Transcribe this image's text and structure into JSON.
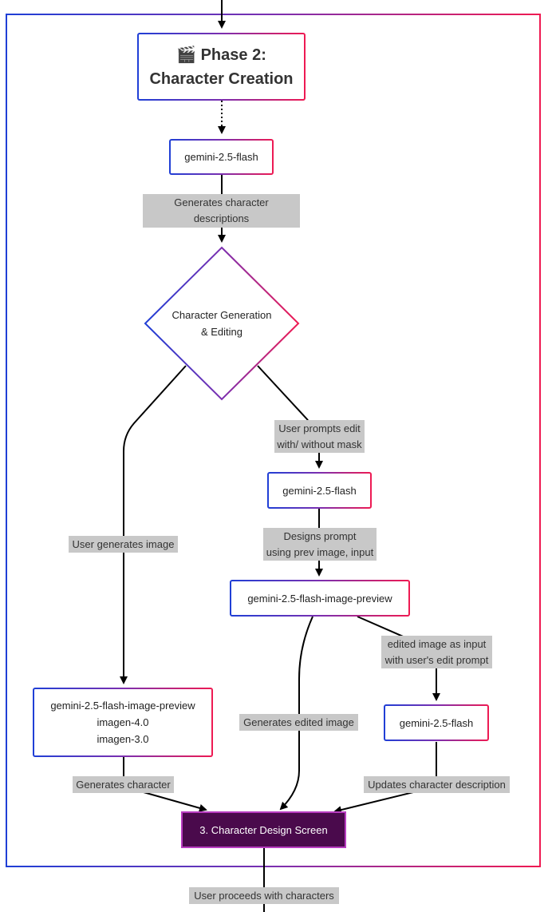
{
  "phase_title": {
    "icon": "🎬",
    "line1": "Phase 2:",
    "line2": "Character Creation"
  },
  "nodes": {
    "flash_top": "gemini-2.5-flash",
    "decision_line1": "Character Generation",
    "decision_line2": "& Editing",
    "flash_edit": "gemini-2.5-flash",
    "image_preview_mid": "gemini-2.5-flash-image-preview",
    "image_gen_line1": "gemini-2.5-flash-image-preview",
    "image_gen_line2": "imagen-4.0",
    "image_gen_line3": "imagen-3.0",
    "flash_bottom": "gemini-2.5-flash",
    "final_screen": "3. Character Design Screen"
  },
  "edge_labels": {
    "generates_desc_1": "Generates character",
    "generates_desc_2": "descriptions",
    "user_prompts_1": "User prompts edit",
    "user_prompts_2": "with/ without mask",
    "user_generates": "User generates image",
    "designs_prompt_1": "Designs prompt",
    "designs_prompt_2": "using prev image, input",
    "edited_image_1": "edited image as input",
    "edited_image_2": "with user's edit prompt",
    "generates_edited": "Generates edited image",
    "generates_character": "Generates character",
    "updates_desc": "Updates character description",
    "user_proceeds": "User proceeds with characters"
  },
  "colors": {
    "gradient_start": "#1f3fd6",
    "gradient_mid": "#7b2fb0",
    "gradient_end": "#ef1a52",
    "label_bg": "#c8c8c8",
    "final_fill": "#4a0a4c",
    "final_border": "#b83cc0"
  }
}
